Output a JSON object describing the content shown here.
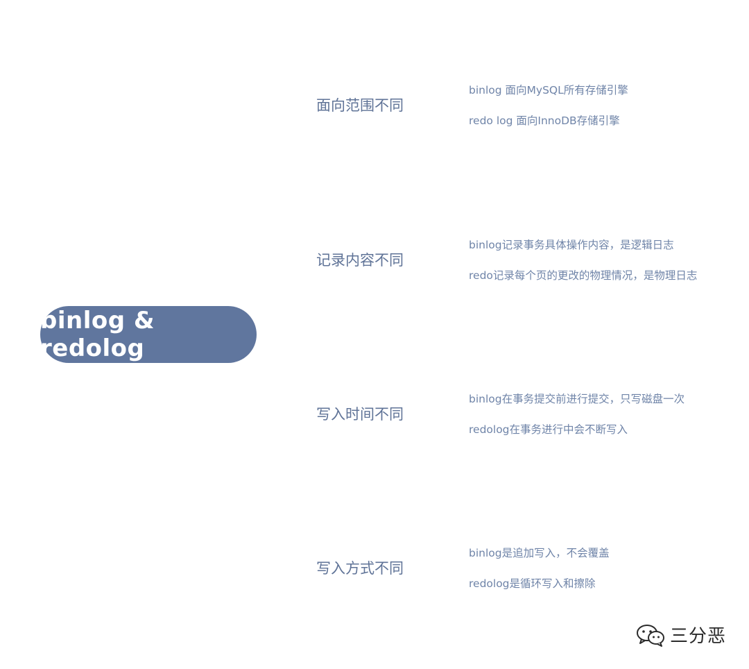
{
  "root": {
    "label": "binlog & redolog"
  },
  "branches": [
    {
      "label": "面向范围不同",
      "leaves": [
        "binlog 面向MySQL所有存储引擎",
        "redo log 面向InnoDB存储引擎"
      ]
    },
    {
      "label": "记录内容不同",
      "leaves": [
        "binlog记录事务具体操作内容，是逻辑日志",
        "redo记录每个页的更改的物理情况，是物理日志"
      ]
    },
    {
      "label": "写入时间不同",
      "leaves": [
        "binlog在事务提交前进行提交，只写磁盘一次",
        "redolog在事务进行中会不断写入"
      ]
    },
    {
      "label": "写入方式不同",
      "leaves": [
        "binlog是追加写入，不会覆盖",
        "redolog是循环写入和擦除"
      ]
    }
  ],
  "watermark": {
    "text": "三分恶",
    "icon": "wechat-icon"
  },
  "colors": {
    "node_fill": "#60769e",
    "branch_text": "#5f7397",
    "leaf_text": "#6f84a8"
  }
}
